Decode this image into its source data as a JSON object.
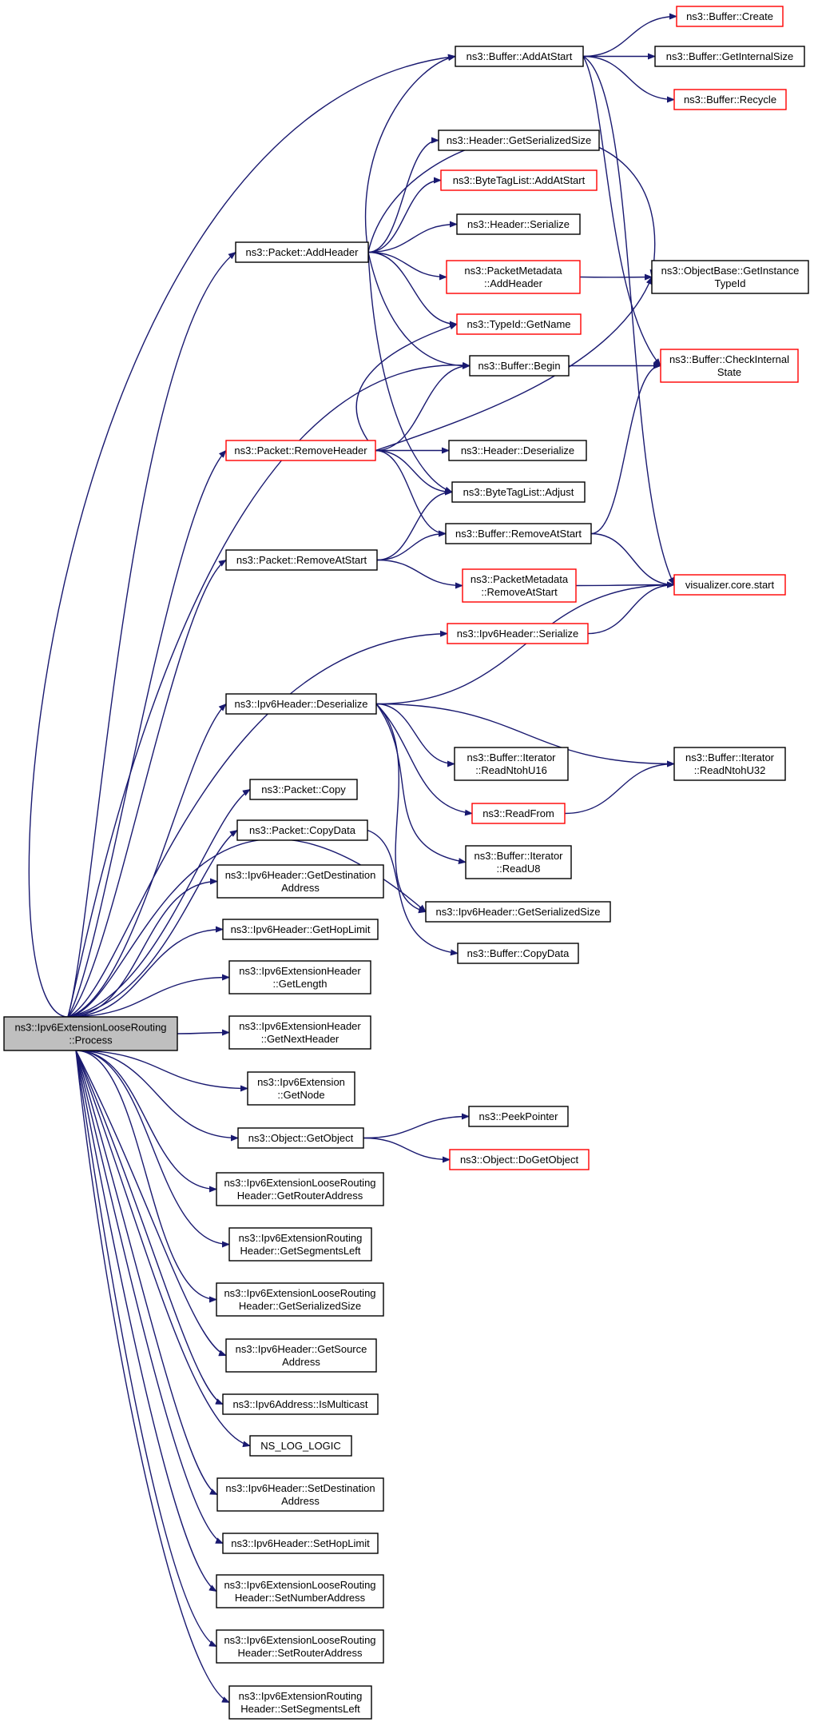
{
  "diagram": {
    "type": "call-graph",
    "colors": {
      "edge": "#191970",
      "node_border": "#000000",
      "external_node_border": "#ff0000",
      "root_fill": "#bfbfbf",
      "node_fill": "#ffffff"
    },
    "nodes": {
      "root": {
        "lines": [
          "ns3::Ipv6ExtensionLooseRouting",
          "::Process"
        ],
        "kind": "root"
      },
      "buf_add": {
        "lines": [
          "ns3::Buffer::AddAtStart"
        ],
        "kind": "normal"
      },
      "buf_create": {
        "lines": [
          "ns3::Buffer::Create"
        ],
        "kind": "external"
      },
      "buf_getint": {
        "lines": [
          "ns3::Buffer::GetInternalSize"
        ],
        "kind": "normal"
      },
      "buf_recycle": {
        "lines": [
          "ns3::Buffer::Recycle"
        ],
        "kind": "external"
      },
      "hdr_gss": {
        "lines": [
          "ns3::Header::GetSerializedSize"
        ],
        "kind": "normal"
      },
      "btl_add": {
        "lines": [
          "ns3::ByteTagList::AddAtStart"
        ],
        "kind": "external"
      },
      "hdr_ser": {
        "lines": [
          "ns3::Header::Serialize"
        ],
        "kind": "normal"
      },
      "pkt_addhdr": {
        "lines": [
          "ns3::Packet::AddHeader"
        ],
        "kind": "normal"
      },
      "pm_addhdr": {
        "lines": [
          "ns3::PacketMetadata",
          "::AddHeader"
        ],
        "kind": "external"
      },
      "ob_gettid": {
        "lines": [
          "ns3::ObjectBase::GetInstance",
          "TypeId"
        ],
        "kind": "normal"
      },
      "tid_name": {
        "lines": [
          "ns3::TypeId::GetName"
        ],
        "kind": "external"
      },
      "buf_begin": {
        "lines": [
          "ns3::Buffer::Begin"
        ],
        "kind": "normal"
      },
      "buf_check": {
        "lines": [
          "ns3::Buffer::CheckInternal",
          "State"
        ],
        "kind": "external"
      },
      "pkt_remhdr": {
        "lines": [
          "ns3::Packet::RemoveHeader"
        ],
        "kind": "external"
      },
      "hdr_deser": {
        "lines": [
          "ns3::Header::Deserialize"
        ],
        "kind": "normal"
      },
      "btl_adjust": {
        "lines": [
          "ns3::ByteTagList::Adjust"
        ],
        "kind": "normal"
      },
      "buf_remstart": {
        "lines": [
          "ns3::Buffer::RemoveAtStart"
        ],
        "kind": "normal"
      },
      "pkt_remstart": {
        "lines": [
          "ns3::Packet::RemoveAtStart"
        ],
        "kind": "normal"
      },
      "pm_remstart": {
        "lines": [
          "ns3::PacketMetadata",
          "::RemoveAtStart"
        ],
        "kind": "external"
      },
      "vis_start": {
        "lines": [
          "visualizer.core.start"
        ],
        "kind": "external"
      },
      "ipv6_ser": {
        "lines": [
          "ns3::Ipv6Header::Serialize"
        ],
        "kind": "external"
      },
      "ipv6_deser": {
        "lines": [
          "ns3::Ipv6Header::Deserialize"
        ],
        "kind": "normal"
      },
      "it_u16": {
        "lines": [
          "ns3::Buffer::Iterator",
          "::ReadNtohU16"
        ],
        "kind": "normal"
      },
      "it_u32": {
        "lines": [
          "ns3::Buffer::Iterator",
          "::ReadNtohU32"
        ],
        "kind": "normal"
      },
      "readfrom": {
        "lines": [
          "ns3::ReadFrom"
        ],
        "kind": "external"
      },
      "pkt_copy": {
        "lines": [
          "ns3::Packet::Copy"
        ],
        "kind": "normal"
      },
      "pkt_copydata": {
        "lines": [
          "ns3::Packet::CopyData"
        ],
        "kind": "normal"
      },
      "it_u8": {
        "lines": [
          "ns3::Buffer::Iterator",
          "::ReadU8"
        ],
        "kind": "normal"
      },
      "ipv6_getdst": {
        "lines": [
          "ns3::Ipv6Header::GetDestination",
          "Address"
        ],
        "kind": "normal"
      },
      "ipv6_gss": {
        "lines": [
          "ns3::Ipv6Header::GetSerializedSize"
        ],
        "kind": "normal"
      },
      "ipv6_hop": {
        "lines": [
          "ns3::Ipv6Header::GetHopLimit"
        ],
        "kind": "normal"
      },
      "buf_copydata": {
        "lines": [
          "ns3::Buffer::CopyData"
        ],
        "kind": "normal"
      },
      "ext_len": {
        "lines": [
          "ns3::Ipv6ExtensionHeader",
          "::GetLength"
        ],
        "kind": "normal"
      },
      "ext_next": {
        "lines": [
          "ns3::Ipv6ExtensionHeader",
          "::GetNextHeader"
        ],
        "kind": "normal"
      },
      "ext_node": {
        "lines": [
          "ns3::Ipv6Extension",
          "::GetNode"
        ],
        "kind": "normal"
      },
      "obj_get": {
        "lines": [
          "ns3::Object::GetObject"
        ],
        "kind": "normal"
      },
      "peek": {
        "lines": [
          "ns3::PeekPointer"
        ],
        "kind": "normal"
      },
      "obj_doget": {
        "lines": [
          "ns3::Object::DoGetObject"
        ],
        "kind": "external"
      },
      "lr_getra": {
        "lines": [
          "ns3::Ipv6ExtensionLooseRouting",
          "Header::GetRouterAddress"
        ],
        "kind": "normal"
      },
      "rt_getsl": {
        "lines": [
          "ns3::Ipv6ExtensionRouting",
          "Header::GetSegmentsLeft"
        ],
        "kind": "normal"
      },
      "lr_gss": {
        "lines": [
          "ns3::Ipv6ExtensionLooseRouting",
          "Header::GetSerializedSize"
        ],
        "kind": "normal"
      },
      "ipv6_getsrc": {
        "lines": [
          "ns3::Ipv6Header::GetSource",
          "Address"
        ],
        "kind": "normal"
      },
      "addr_mc": {
        "lines": [
          "ns3::Ipv6Address::IsMulticast"
        ],
        "kind": "normal"
      },
      "log_logic": {
        "lines": [
          "NS_LOG_LOGIC"
        ],
        "kind": "normal"
      },
      "ipv6_setdst": {
        "lines": [
          "ns3::Ipv6Header::SetDestination",
          "Address"
        ],
        "kind": "normal"
      },
      "ipv6_sethop": {
        "lines": [
          "ns3::Ipv6Header::SetHopLimit"
        ],
        "kind": "normal"
      },
      "lr_setnum": {
        "lines": [
          "ns3::Ipv6ExtensionLooseRouting",
          "Header::SetNumberAddress"
        ],
        "kind": "normal"
      },
      "lr_setra": {
        "lines": [
          "ns3::Ipv6ExtensionLooseRouting",
          "Header::SetRouterAddress"
        ],
        "kind": "normal"
      },
      "rt_setsl": {
        "lines": [
          "ns3::Ipv6ExtensionRouting",
          "Header::SetSegmentsLeft"
        ],
        "kind": "normal"
      }
    },
    "edges": [
      [
        "root",
        "buf_add"
      ],
      [
        "root",
        "pkt_addhdr"
      ],
      [
        "root",
        "buf_begin"
      ],
      [
        "root",
        "pkt_remhdr"
      ],
      [
        "root",
        "pkt_remstart"
      ],
      [
        "root",
        "ipv6_ser"
      ],
      [
        "root",
        "ipv6_deser"
      ],
      [
        "root",
        "ipv6_gss"
      ],
      [
        "root",
        "pkt_copy"
      ],
      [
        "root",
        "pkt_copydata"
      ],
      [
        "root",
        "ipv6_getdst"
      ],
      [
        "root",
        "ipv6_hop"
      ],
      [
        "root",
        "ext_len"
      ],
      [
        "root",
        "ext_next"
      ],
      [
        "root",
        "ext_node"
      ],
      [
        "root",
        "obj_get"
      ],
      [
        "root",
        "lr_getra"
      ],
      [
        "root",
        "rt_getsl"
      ],
      [
        "root",
        "lr_gss"
      ],
      [
        "root",
        "ipv6_getsrc"
      ],
      [
        "root",
        "addr_mc"
      ],
      [
        "root",
        "log_logic"
      ],
      [
        "root",
        "ipv6_setdst"
      ],
      [
        "root",
        "ipv6_sethop"
      ],
      [
        "root",
        "lr_setnum"
      ],
      [
        "root",
        "lr_setra"
      ],
      [
        "root",
        "rt_setsl"
      ],
      [
        "buf_add",
        "buf_create"
      ],
      [
        "buf_add",
        "buf_getint"
      ],
      [
        "buf_add",
        "buf_recycle"
      ],
      [
        "buf_add",
        "buf_check"
      ],
      [
        "buf_add",
        "vis_start"
      ],
      [
        "pkt_addhdr",
        "buf_add"
      ],
      [
        "pkt_addhdr",
        "hdr_gss"
      ],
      [
        "pkt_addhdr",
        "btl_add"
      ],
      [
        "pkt_addhdr",
        "hdr_ser"
      ],
      [
        "pkt_addhdr",
        "pm_addhdr"
      ],
      [
        "pkt_addhdr",
        "tid_name"
      ],
      [
        "pkt_addhdr",
        "buf_begin"
      ],
      [
        "pkt_addhdr",
        "ob_gettid"
      ],
      [
        "pkt_addhdr",
        "btl_adjust"
      ],
      [
        "pm_addhdr",
        "ob_gettid"
      ],
      [
        "buf_begin",
        "buf_check"
      ],
      [
        "pkt_remhdr",
        "tid_name"
      ],
      [
        "pkt_remhdr",
        "buf_begin"
      ],
      [
        "pkt_remhdr",
        "ob_gettid"
      ],
      [
        "pkt_remhdr",
        "hdr_deser"
      ],
      [
        "pkt_remhdr",
        "btl_adjust"
      ],
      [
        "pkt_remhdr",
        "buf_remstart"
      ],
      [
        "pkt_remstart",
        "btl_adjust"
      ],
      [
        "pkt_remstart",
        "buf_remstart"
      ],
      [
        "pkt_remstart",
        "pm_remstart"
      ],
      [
        "buf_remstart",
        "buf_check"
      ],
      [
        "buf_remstart",
        "vis_start"
      ],
      [
        "pm_remstart",
        "vis_start"
      ],
      [
        "ipv6_ser",
        "vis_start"
      ],
      [
        "ipv6_deser",
        "vis_start"
      ],
      [
        "ipv6_deser",
        "it_u16"
      ],
      [
        "ipv6_deser",
        "it_u32"
      ],
      [
        "ipv6_deser",
        "readfrom"
      ],
      [
        "ipv6_deser",
        "it_u8"
      ],
      [
        "ipv6_deser",
        "ipv6_gss"
      ],
      [
        "readfrom",
        "it_u32"
      ],
      [
        "pkt_copydata",
        "buf_copydata"
      ],
      [
        "obj_get",
        "peek"
      ],
      [
        "obj_get",
        "obj_doget"
      ]
    ]
  }
}
